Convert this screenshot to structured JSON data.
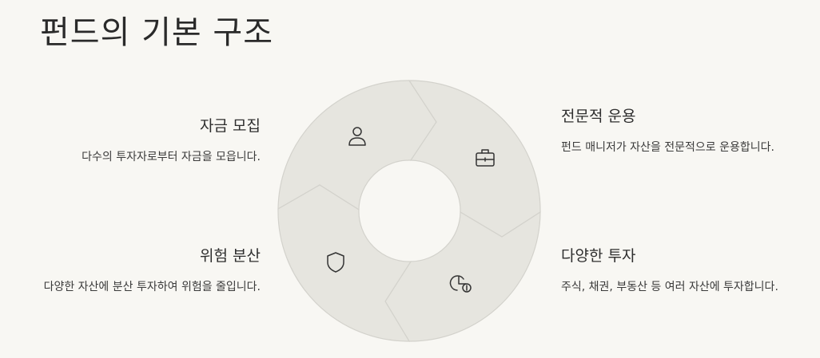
{
  "title": "펀드의 기본 구조",
  "steps": [
    {
      "title": "자금 모집",
      "description": "다수의 투자자로부터 자금을 모읍니다.",
      "icon": "user-icon"
    },
    {
      "title": "전문적 운용",
      "description": "펀드 매니저가 자산을 전문적으로 운용합니다.",
      "icon": "briefcase-icon"
    },
    {
      "title": "다양한 투자",
      "description": "주식, 채권, 부동산 등 여러 자산에 투자합니다.",
      "icon": "pie-chart-dollar-icon"
    },
    {
      "title": "위험 분산",
      "description": "다양한 자산에 분산 투자하여 위험을 줄입니다.",
      "icon": "shield-icon"
    }
  ],
  "colors": {
    "background": "#f8f7f3",
    "segment_fill": "#e6e5df",
    "segment_stroke": "#d3d2cc",
    "text": "#2b2b2b"
  }
}
